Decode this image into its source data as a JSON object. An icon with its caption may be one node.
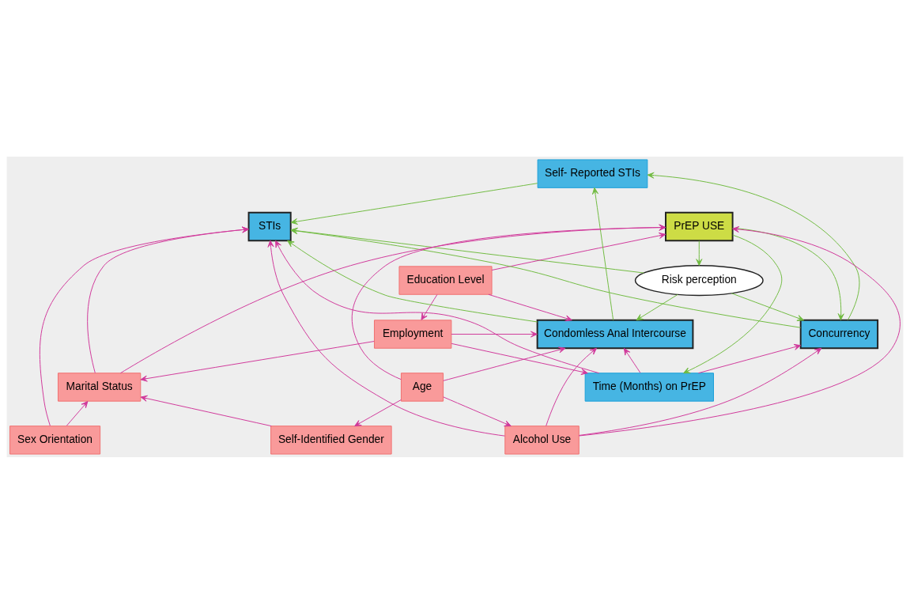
{
  "diagram": {
    "nodes": [
      {
        "text": [
          "Self- Reported STIs"
        ]
      },
      {
        "text": [
          "Risk perception"
        ]
      },
      {
        "text": [
          "Education Level"
        ]
      },
      {
        "text": [
          "Time (Months) on PrEP"
        ]
      },
      {
        "text": [
          "Concurrency"
        ]
      },
      {
        "text": [
          "Condomless Anal Intercourse"
        ]
      },
      {
        "text": [
          "Employment"
        ]
      },
      {
        "text": [
          "PrEP USE"
        ]
      },
      {
        "text": [
          "STIs"
        ]
      },
      {
        "text": [
          "Alcohol Use"
        ]
      },
      {
        "text": [
          "Marital Status"
        ]
      },
      {
        "text": [
          "Age"
        ]
      },
      {
        "text": [
          "Sex Orientation"
        ]
      },
      {
        "text": [
          "Self-Identified Gender"
        ]
      }
    ],
    "edges": [
      {
        "from": 1,
        "to": 4,
        "arrow": "to",
        "color": "#70bb40"
      },
      {
        "from": 4,
        "to": 0,
        "arrow": "to",
        "color": "#70bb40"
      },
      {
        "from": 0,
        "to": 8,
        "arrow": "to",
        "color": "#70bb40"
      },
      {
        "from": 5,
        "to": 0,
        "arrow": "to",
        "color": "#70bb40"
      },
      {
        "from": 1,
        "to": 8,
        "arrow": "to",
        "color": "#70bb40"
      },
      {
        "from": 1,
        "to": 5,
        "arrow": "to",
        "color": "#70bb40"
      },
      {
        "from": 7,
        "to": 1,
        "arrow": "to",
        "color": "#70bb40"
      },
      {
        "from": 7,
        "to": 4,
        "arrow": "to",
        "color": "#70bb40"
      },
      {
        "from": 4,
        "to": 8,
        "arrow": "to",
        "color": "#70bb40"
      },
      {
        "from": 5,
        "to": 8,
        "arrow": "to",
        "color": "#70bb40"
      },
      {
        "from": 7,
        "to": 3,
        "arrow": "to",
        "color": "#70bb40"
      },
      {
        "from": 3,
        "to": 4,
        "arrow": "to"
      },
      {
        "from": 3,
        "to": 5,
        "arrow": "to"
      },
      {
        "from": 3,
        "to": 8,
        "arrow": "to"
      },
      {
        "from": 2,
        "to": 5,
        "arrow": "to"
      },
      {
        "from": 2,
        "to": 7,
        "arrow": "to"
      },
      {
        "from": 2,
        "to": 6,
        "arrow": "to"
      },
      {
        "from": 6,
        "to": 3,
        "arrow": "to"
      },
      {
        "from": 6,
        "to": 5,
        "arrow": "to"
      },
      {
        "from": 6,
        "to": 10,
        "arrow": "to"
      },
      {
        "from": 9,
        "to": 4,
        "arrow": "to"
      },
      {
        "from": 9,
        "to": 5,
        "arrow": "to"
      },
      {
        "from": 9,
        "to": 8,
        "arrow": "to"
      },
      {
        "from": 9,
        "to": 7,
        "arrow": "to"
      },
      {
        "from": 11,
        "to": 9,
        "arrow": "to"
      },
      {
        "from": 11,
        "to": 5,
        "arrow": "to"
      },
      {
        "from": 11,
        "to": 7,
        "arrow": "to"
      },
      {
        "from": 11,
        "to": 13,
        "arrow": "to"
      },
      {
        "from": 12,
        "to": 8,
        "arrow": "to"
      },
      {
        "from": 10,
        "to": 8,
        "arrow": "to"
      },
      {
        "from": 10,
        "to": 7,
        "arrow": "to"
      },
      {
        "from": 12,
        "to": 10,
        "arrow": "to"
      },
      {
        "from": 13,
        "to": 10,
        "arrow": "to"
      }
    ]
  }
}
